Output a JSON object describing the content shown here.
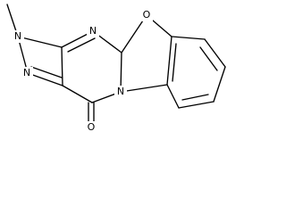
{
  "molecule": {
    "atoms": {
      "methyl": "",
      "n1": "N",
      "n2": "N",
      "n_top": "N",
      "n_center": "N",
      "o": "O",
      "carbonyl_o": "O"
    }
  }
}
